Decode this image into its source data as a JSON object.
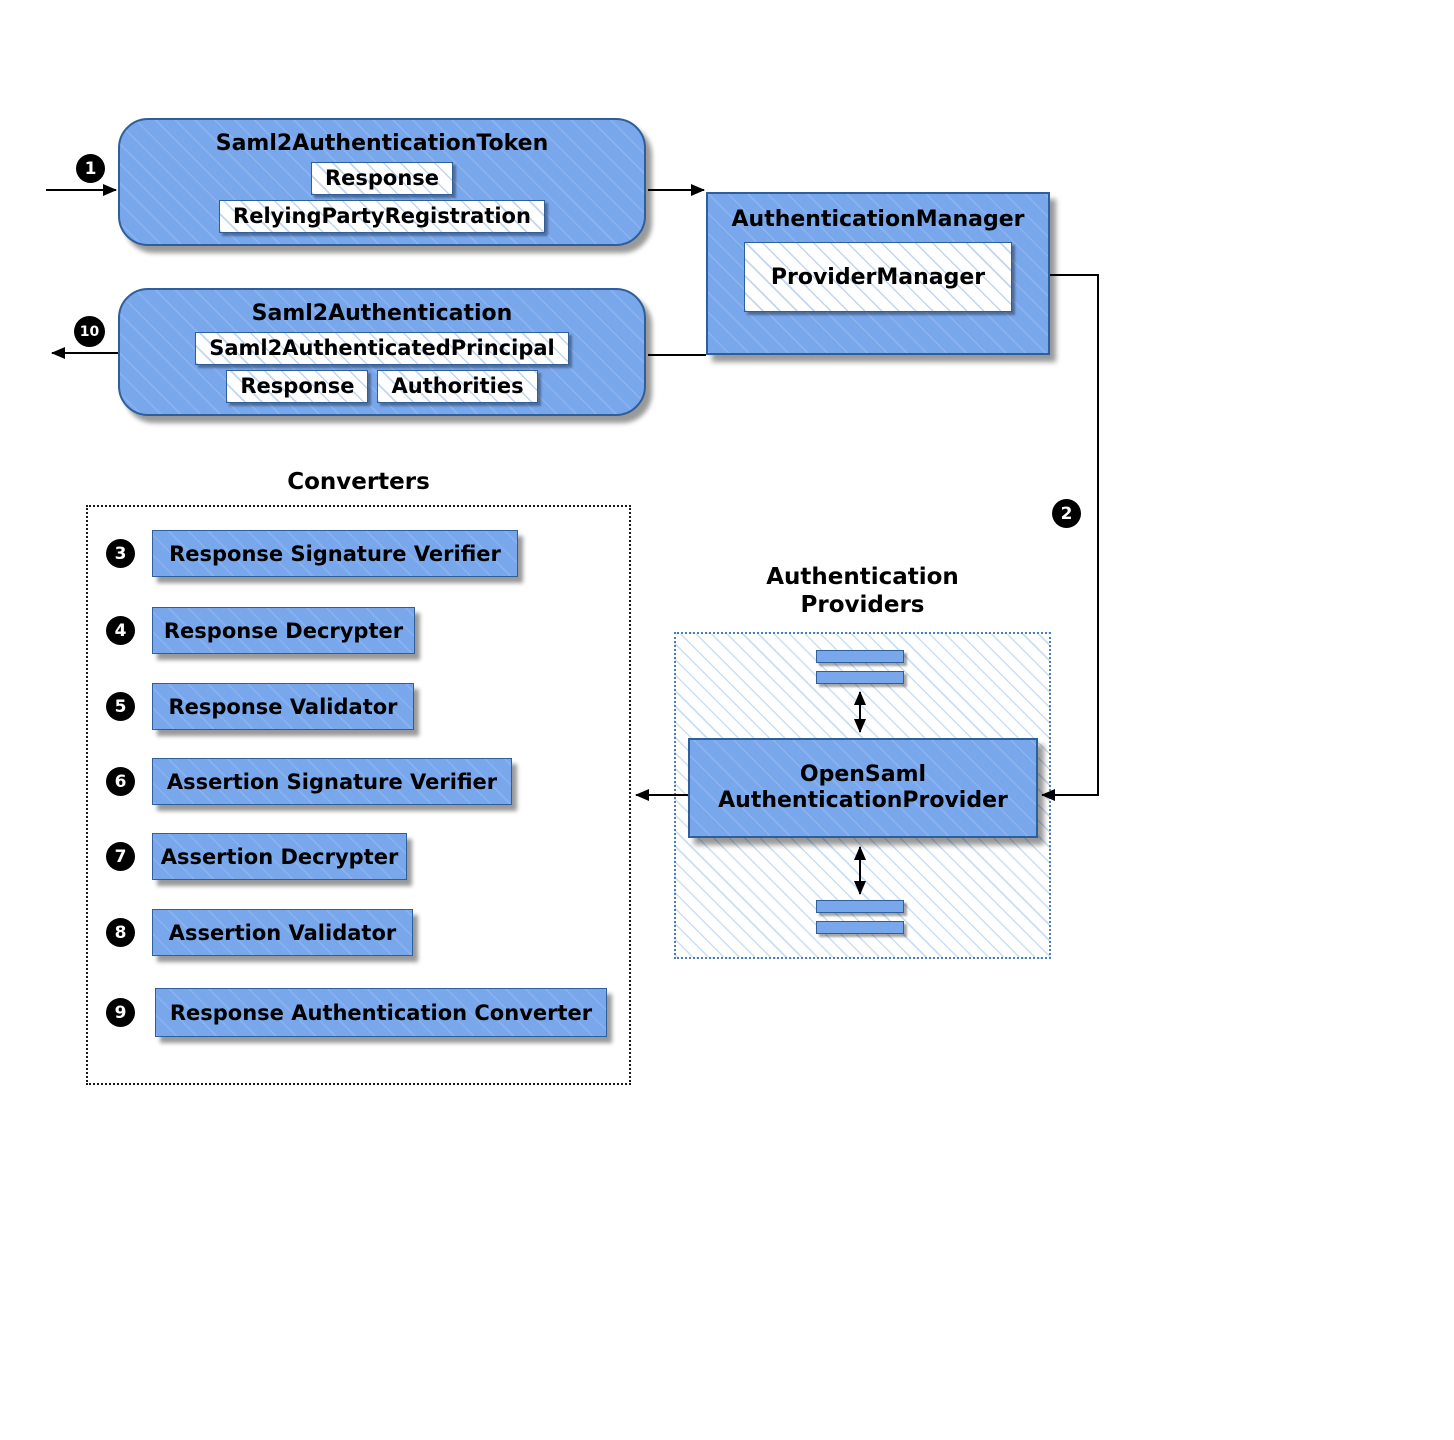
{
  "diagram": {
    "colors": {
      "box_fill": "#79a7ec",
      "box_border": "#2d5f9a",
      "hatch_blue": "#a8c6ec",
      "line_color": "#000000"
    },
    "token": {
      "title": "Saml2AuthenticationToken",
      "response": "Response",
      "registration": "RelyingPartyRegistration"
    },
    "manager": {
      "title": "AuthenticationManager",
      "inner": "ProviderManager"
    },
    "authentication": {
      "title": "Saml2Authentication",
      "principal": "Saml2AuthenticatedPrincipal",
      "response": "Response",
      "authorities": "Authorities"
    },
    "converters": {
      "title": "Converters",
      "items": [
        {
          "num": "3",
          "label": "Response Signature Verifier"
        },
        {
          "num": "4",
          "label": "Response Decrypter"
        },
        {
          "num": "5",
          "label": "Response Validator"
        },
        {
          "num": "6",
          "label": "Assertion Signature Verifier"
        },
        {
          "num": "7",
          "label": "Assertion Decrypter"
        },
        {
          "num": "8",
          "label": "Assertion Validator"
        },
        {
          "num": "9",
          "label": "Response Authentication Converter"
        }
      ]
    },
    "providers": {
      "title_line1": "Authentication",
      "title_line2": "Providers",
      "provider_line1": "OpenSaml",
      "provider_line2": "AuthenticationProvider"
    },
    "steps": {
      "step1": "1",
      "step2": "2",
      "step10": "10"
    }
  }
}
